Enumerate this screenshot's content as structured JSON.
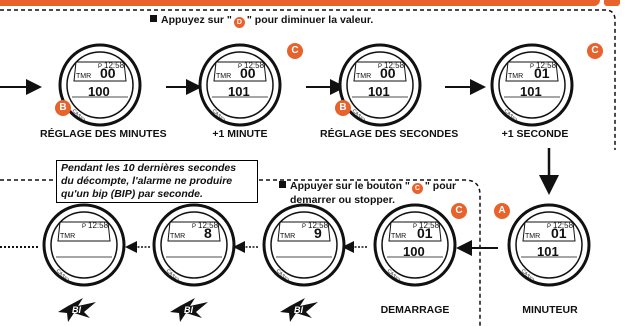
{
  "top_instruction": {
    "prefix": "Appuyez sur \"",
    "button": "D",
    "suffix": "\" pour diminuer la valeur."
  },
  "mid_instruction": {
    "prefix": "Appuyer sur le bouton \"",
    "button": "C",
    "suffix": "\" pour",
    "line2": "demarrer ou stopper."
  },
  "note": {
    "line1": "Pendant les 10 dernières secondes",
    "line2": "du décompte, l'alarme ne produire",
    "line3": "qu'un bip (BIP) par seconde."
  },
  "captions": {
    "minutes": "RÉGLAGE DES MINUTES",
    "plus_minute": "+1 MINUTE",
    "seconds": "RÉGLAGE DES SECONDES",
    "plus_second": "+1 SECONDE",
    "demarrage": "DEMARRAGE",
    "minuteur": "MINUTEUR"
  },
  "buttons": {
    "b": "B",
    "c": "C",
    "a": "A"
  },
  "beep_label": "BI",
  "watch": {
    "time": "12:58",
    "time_prefix": "P",
    "mode": "TMR",
    "w1": {
      "main": "00",
      "sub": "100"
    },
    "w2": {
      "main": "00",
      "sub": "101"
    },
    "w3": {
      "main": "00",
      "sub": "101"
    },
    "w4": {
      "main": "01",
      "sub": "101"
    },
    "w5": {
      "main": "01",
      "sub": "101"
    },
    "w6": {
      "main": "01",
      "sub": "100"
    },
    "w7": {
      "main": "9",
      "sub": ""
    },
    "w8": {
      "main": "8",
      "sub": ""
    },
    "w9": {
      "main": "",
      "sub": ""
    }
  },
  "colors": {
    "accent": "#e8622c",
    "line": "#111111"
  }
}
